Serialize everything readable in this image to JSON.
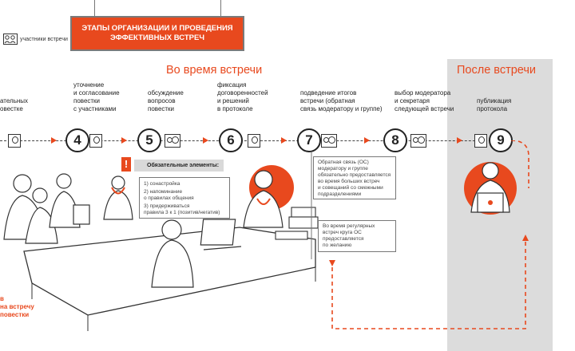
{
  "header": {
    "title_line1": "ЭТАПЫ ОРГАНИЗАЦИИ И ПРОВЕДЕНИЯ",
    "title_line2": "ЭФФЕКТИВНЫХ ВСТРЕЧ"
  },
  "legend": {
    "label": "участники встречи",
    "icon": "group-of-people-icon"
  },
  "phases": {
    "during": "Во время встречи",
    "after": "После встречи"
  },
  "steps": [
    {
      "num": "",
      "label": "ательных\nовестке"
    },
    {
      "num": "4",
      "label": "уточнение\nи согласование\nповестки\nс участниками"
    },
    {
      "num": "5",
      "label": "обсуждение\nвопросов\nповестки"
    },
    {
      "num": "6",
      "label": "фиксация\nдоговоренностей\nи решений\nв протоколе"
    },
    {
      "num": "7",
      "label": "подведение итогов\nвстречи (обратная\nсвязь модератору и группе)"
    },
    {
      "num": "8",
      "label": "выбор модератора\nи секретаря\nследующей встречи"
    },
    {
      "num": "9",
      "label": "публикация\nпротокола"
    }
  ],
  "required": {
    "heading": "Обязательные элементы:",
    "items": [
      "1) сонастройка",
      "2) напоминание\nо правилах общения",
      "3) придерживаться\nправила 3 к 1 (позитив/негатив)"
    ]
  },
  "notes": {
    "feedback": "Обратная связь (ОС)\nмодератору и группе\nобязательно предоставляется\nво время больших встреч\nи совещаний со смежными\nподразделениями",
    "regular": "Во время регулярных\nвстреч круга ОС\nпредоставляется\nпо желанию"
  },
  "bottom_note": "в\nна встречу\nповестки",
  "colors": {
    "accent": "#e8491e",
    "after_panel": "#dcdcdc",
    "ink": "#222222"
  }
}
